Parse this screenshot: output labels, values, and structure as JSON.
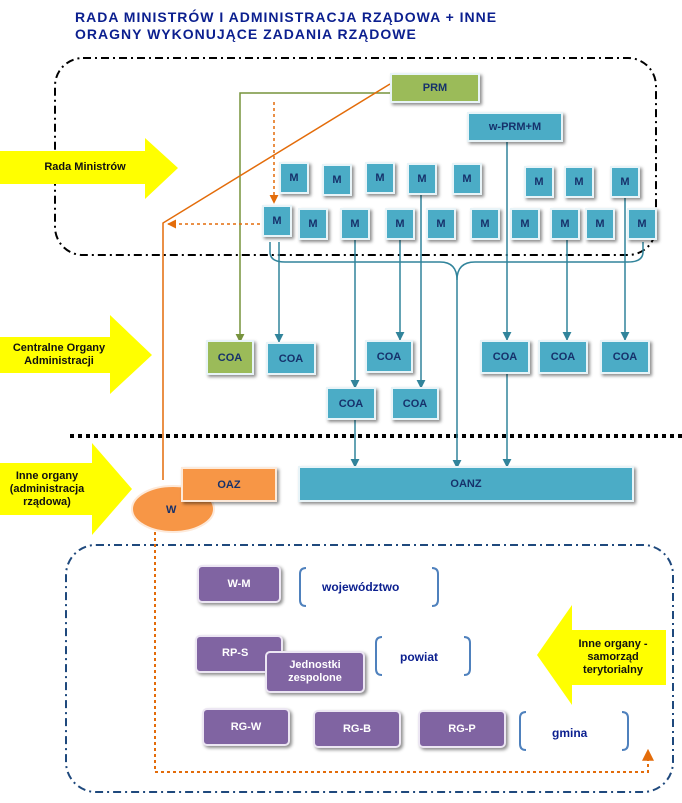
{
  "title": {
    "line1": "RADA MINISTRÓW  I ADMINISTRACJA  RZĄDOWA + INNE",
    "line2": "ORAGNY  WYKONUJĄCE  ZADANIA  RZĄDOWE"
  },
  "arrows": {
    "rada": "Rada Ministrów",
    "coa_line1": "Centralne Organy",
    "coa_line2": "Administracji",
    "inne_line1": "Inne organy",
    "inne_line2": "(administracja",
    "inne_line3": "rządowa)",
    "samorzad_line1": "Inne organy -",
    "samorzad_line2": "samorząd",
    "samorzad_line3": "terytorialny"
  },
  "boxes": {
    "prm": "PRM",
    "wprm": "w-PRM+M",
    "m": "M",
    "coa": "COA",
    "oaz": "OAZ",
    "oanz": "OANZ",
    "w": "W",
    "wm": "W-M",
    "rps": "RP-S",
    "jednostki_line1": "Jednostki",
    "jednostki_line2": "zespolone",
    "rgw": "RG-W",
    "rgb": "RG-B",
    "rgp": "RG-P"
  },
  "levels": {
    "wojewodztwo": "województwo",
    "powiat": "powiat",
    "gmina": "gmina"
  },
  "colors": {
    "title": "#0b1f8f",
    "cyan": "#4bacc6",
    "green": "#9bbb59",
    "orange": "#f79646",
    "purple": "#8064a2",
    "yellow": "#ffff00",
    "connector": "#31849b",
    "orange_line": "#e36c0a"
  }
}
